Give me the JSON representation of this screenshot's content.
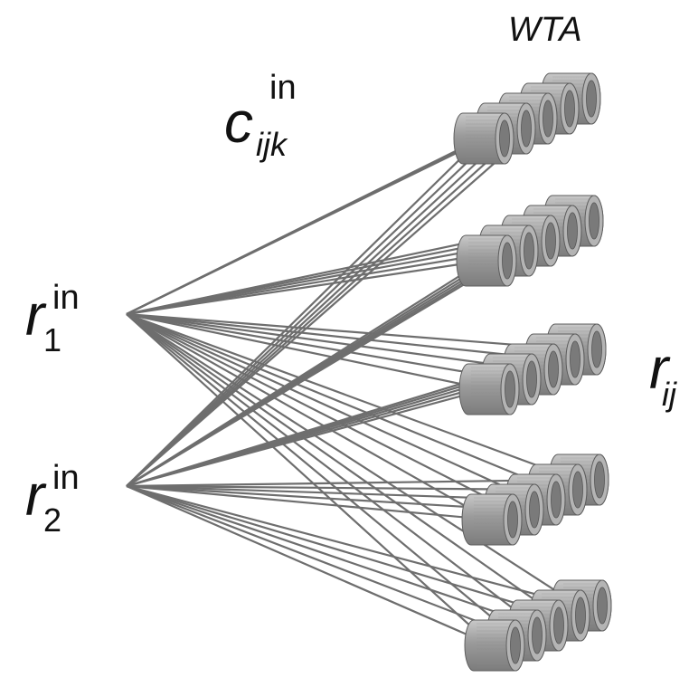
{
  "labels": {
    "wta": "WTA",
    "connection": {
      "symbol": "c",
      "superscript": "in",
      "subscript": "ijk"
    },
    "input_1": {
      "symbol": "r",
      "superscript": "in",
      "subscript": "1"
    },
    "input_2": {
      "symbol": "r",
      "superscript": "in",
      "subscript": "2"
    },
    "output": {
      "symbol": "r",
      "subscript": "ij"
    }
  },
  "colors": {
    "line": "#6e6e6e",
    "unit_body": "#9a9a9a",
    "unit_dark": "#7a7a7a",
    "unit_face": "#b4b4b4"
  },
  "structure": {
    "groups": 5,
    "units_per_group": 5,
    "inputs": 2
  }
}
